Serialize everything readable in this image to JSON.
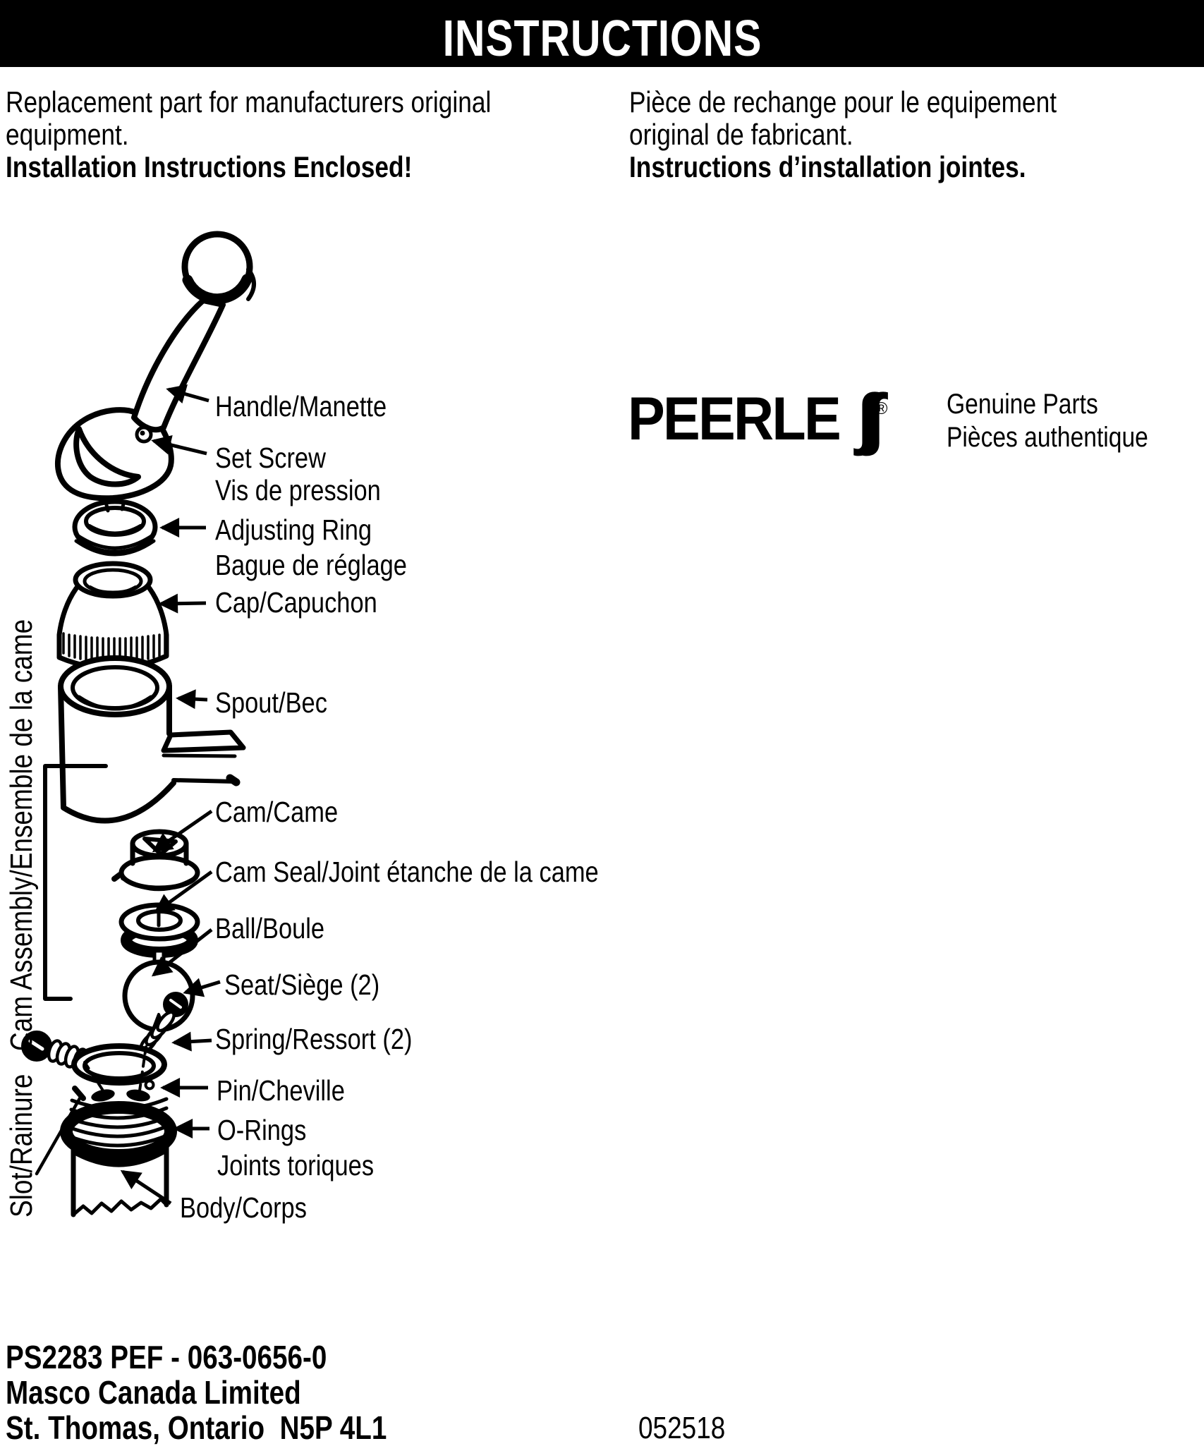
{
  "colors": {
    "ink": "#000000",
    "paper": "#ffffff",
    "header_bg": "#000000",
    "header_text": "#ffffff"
  },
  "header": {
    "title": "INSTRUCTIONS"
  },
  "intro": {
    "left": {
      "line1": "Replacement part for manufacturers original",
      "line2": "equipment.",
      "bold_line": "Installation Instructions Enclosed!"
    },
    "right": {
      "line1": "Pièce de rechange pour le equipement",
      "line2": "original de fabricant.",
      "bold_line": "Instructions d’installation jointes."
    }
  },
  "brand": {
    "logo_main": "PEERLE",
    "logo_ss": "∫∫",
    "registered_mark": "®",
    "tagline_en": "Genuine Parts",
    "tagline_fr": "Pièces authentique"
  },
  "diagram": {
    "labels": {
      "handle": "Handle/Manette",
      "set_screw": "Set Screw",
      "set_screw_fr": "Vis de pression",
      "adjusting_ring": "Adjusting Ring",
      "adjusting_ring_fr": "Bague de réglage",
      "cap": "Cap/Capuchon",
      "spout": "Spout/Bec",
      "cam": "Cam/Came",
      "cam_seal": "Cam Seal/Joint étanche de la came",
      "ball": "Ball/Boule",
      "seat": "Seat/Siège (2)",
      "spring": "Spring/Ressort (2)",
      "pin": "Pin/Cheville",
      "orings": "O-Rings",
      "orings_fr": "Joints toriques",
      "body": "Body/Corps"
    },
    "vertical_labels": {
      "cam_assembly": "Cam Assembly/Ensemble de la came",
      "slot": "Slot/Rainure"
    }
  },
  "footer": {
    "part_number": "PS2283 PEF - 063-0656-0",
    "company": "Masco Canada Limited",
    "address": "St. Thomas, Ontario  N5P 4L1",
    "code": "052518"
  }
}
